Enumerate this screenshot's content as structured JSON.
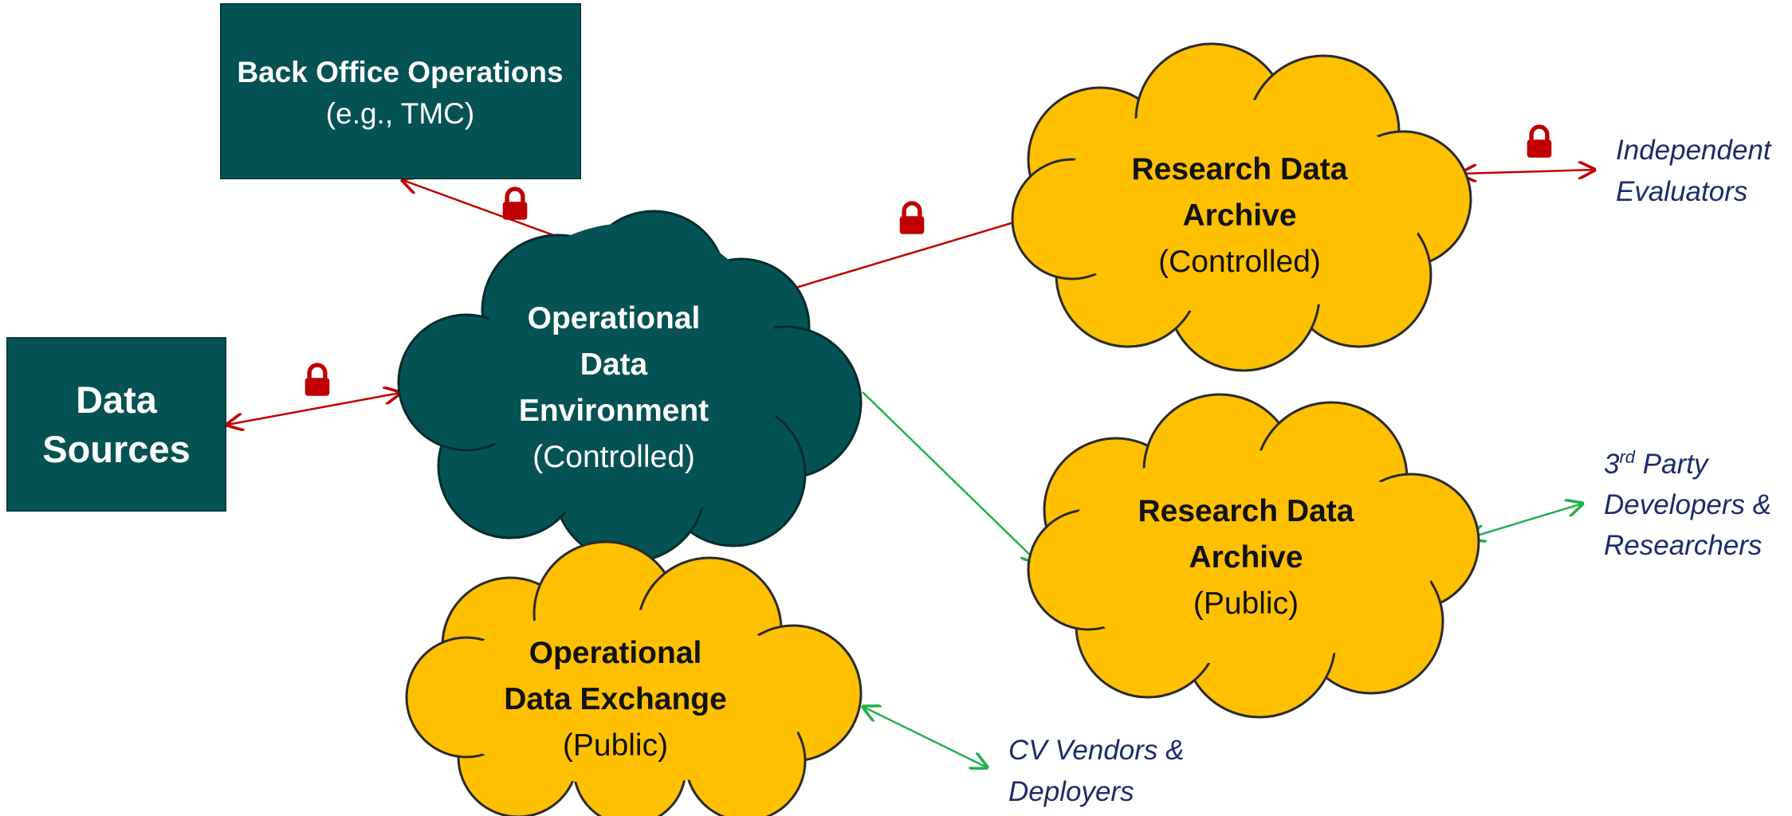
{
  "nodes": {
    "back_office": {
      "title": "Back Office Operations",
      "subtitle": "(e.g., TMC)"
    },
    "data_sources": {
      "line1": "Data",
      "line2": "Sources"
    },
    "ode": {
      "line1": "Operational",
      "line2": "Data",
      "line3": "Environment",
      "qualifier": "(Controlled)"
    },
    "rda_controlled": {
      "line1": "Research Data",
      "line2": "Archive",
      "qualifier": "(Controlled)"
    },
    "rda_public": {
      "line1": "Research Data",
      "line2": "Archive",
      "qualifier": "(Public)"
    },
    "odx": {
      "line1": "Operational",
      "line2": "Data Exchange",
      "qualifier": "(Public)"
    }
  },
  "actors": {
    "independent": {
      "line1": "Independent",
      "line2": "Evaluators"
    },
    "third_party": {
      "line1_base": "3",
      "line1_sup": "rd",
      "line1_rest": " Party",
      "line2": "Developers &",
      "line3": "Researchers"
    },
    "cv_vendors": {
      "line1": "CV Vendors &",
      "line2": "Deployers"
    }
  },
  "colors": {
    "dark_teal": "#045254",
    "gold": "#ffc000",
    "secure_link": "#c00000",
    "public_link": "#22b14c",
    "actor_text": "#1f2a6b"
  },
  "icons": {
    "lock": "padlock-icon"
  }
}
